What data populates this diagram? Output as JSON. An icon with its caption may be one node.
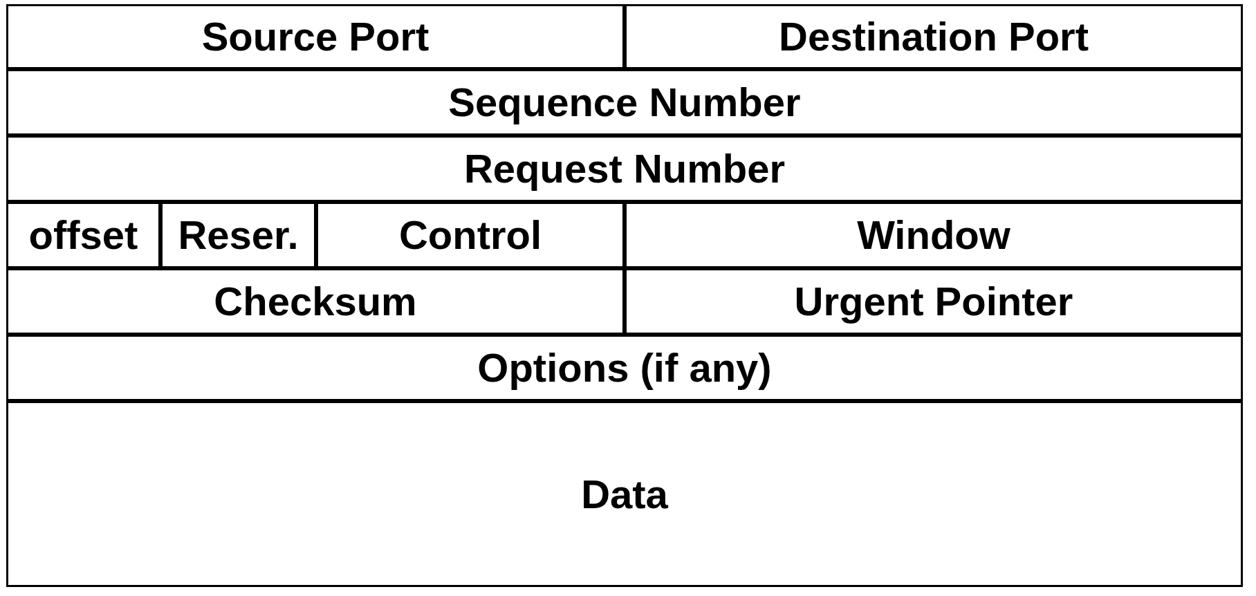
{
  "diagram": {
    "nodes": [
      {
        "text": [
          "Source Port"
        ]
      },
      {
        "text": [
          "Destination Port"
        ]
      },
      {
        "text": [
          "Sequence Number"
        ]
      },
      {
        "text": [
          "Request Number"
        ]
      },
      {
        "text": [
          "offset"
        ]
      },
      {
        "text": [
          "Reser."
        ]
      },
      {
        "text": [
          "Control"
        ]
      },
      {
        "text": [
          "Window"
        ]
      },
      {
        "text": [
          "Checksum"
        ]
      },
      {
        "text": [
          "Urgent Pointer"
        ]
      },
      {
        "text": [
          "Options (if any)"
        ]
      },
      {
        "text": [
          "Data"
        ]
      }
    ]
  }
}
